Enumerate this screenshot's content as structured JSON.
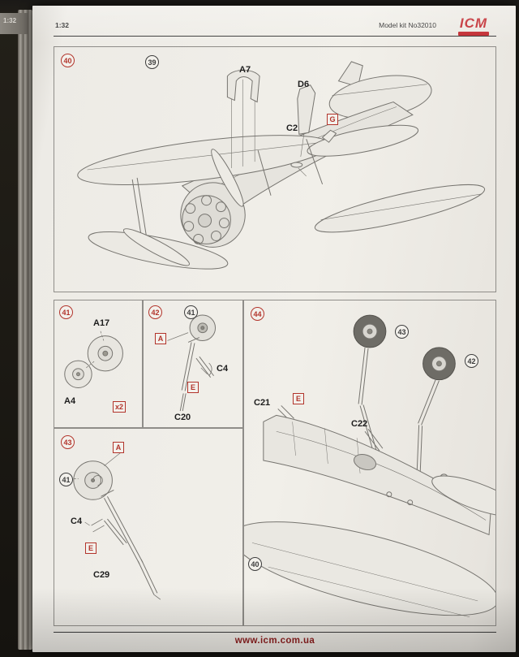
{
  "photo": {
    "adjacent_page_scale": "1:32"
  },
  "header": {
    "scale": "1:32",
    "kit_number": "Model kit No32010",
    "logo": "ICM"
  },
  "footer": {
    "website": "www.icm.com.ua"
  },
  "step40": {
    "badge": "40",
    "ref_badge": "39",
    "part_a7": "A7",
    "part_d6": "D6",
    "part_c2": "C2",
    "paint_g": "G"
  },
  "step41": {
    "badge": "41",
    "part_a17": "A17",
    "part_a4": "A4",
    "quantity": "x2"
  },
  "step42": {
    "badge": "42",
    "ref_badge": "41",
    "paint_a": "A",
    "part_c4": "C4",
    "paint_e": "E",
    "part_c20": "C20"
  },
  "step43": {
    "badge": "43",
    "ref_badge": "41",
    "paint_a": "A",
    "part_c4": "C4",
    "paint_e": "E",
    "part_c29": "C29"
  },
  "step44": {
    "badge": "44",
    "ref_badge_43": "43",
    "ref_badge_42": "42",
    "ref_badge_40": "40",
    "part_c21": "C21",
    "paint_e": "E",
    "part_c22": "C22"
  },
  "colors": {
    "accent_red": "#b2342b",
    "logo_red": "#c1272d",
    "website_red": "#8f1f1f"
  }
}
